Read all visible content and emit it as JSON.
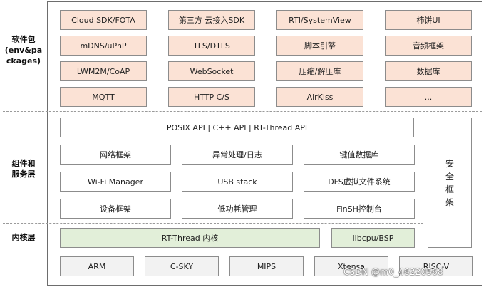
{
  "layers": {
    "software_packages": {
      "label": "软件包\n(env&pa\nckages)"
    },
    "components_services": {
      "label": "组件和\n服务层"
    },
    "kernel": {
      "label": "内核层"
    }
  },
  "packages": [
    "Cloud SDK/FOTA",
    "第三方 云接入SDK",
    "RTI/SystemView",
    "柿饼UI",
    "mDNS/uPnP",
    "TLS/DTLS",
    "脚本引擎",
    "音频框架",
    "LWM2M/CoAP",
    "WebSocket",
    "压缩/解压库",
    "数据库",
    "MQTT",
    "HTTP C/S",
    "AirKiss",
    "..."
  ],
  "api_bar": "POSIX API  |  C++ API  |  RT-Thread API",
  "components": [
    "网络框架",
    "异常处理/日志",
    "键值数据库",
    "Wi-Fi Manager",
    "USB stack",
    "DFS虚拟文件系统",
    "设备框架",
    "低功耗管理",
    "FinSH控制台"
  ],
  "security": "安全框架",
  "kernel": {
    "core": "RT-Thread  内核",
    "libcpu": "libcpu/BSP"
  },
  "arch": [
    "ARM",
    "C-SKY",
    "MIPS",
    "Xtensa",
    "RISC-V"
  ],
  "watermark": "CSDN @m0_46220568",
  "colors": {
    "package_fill": "#fbe2d5",
    "kernel_fill": "#e2efd9",
    "arch_fill": "#f2f2f2",
    "border": "#8c8c8c"
  }
}
